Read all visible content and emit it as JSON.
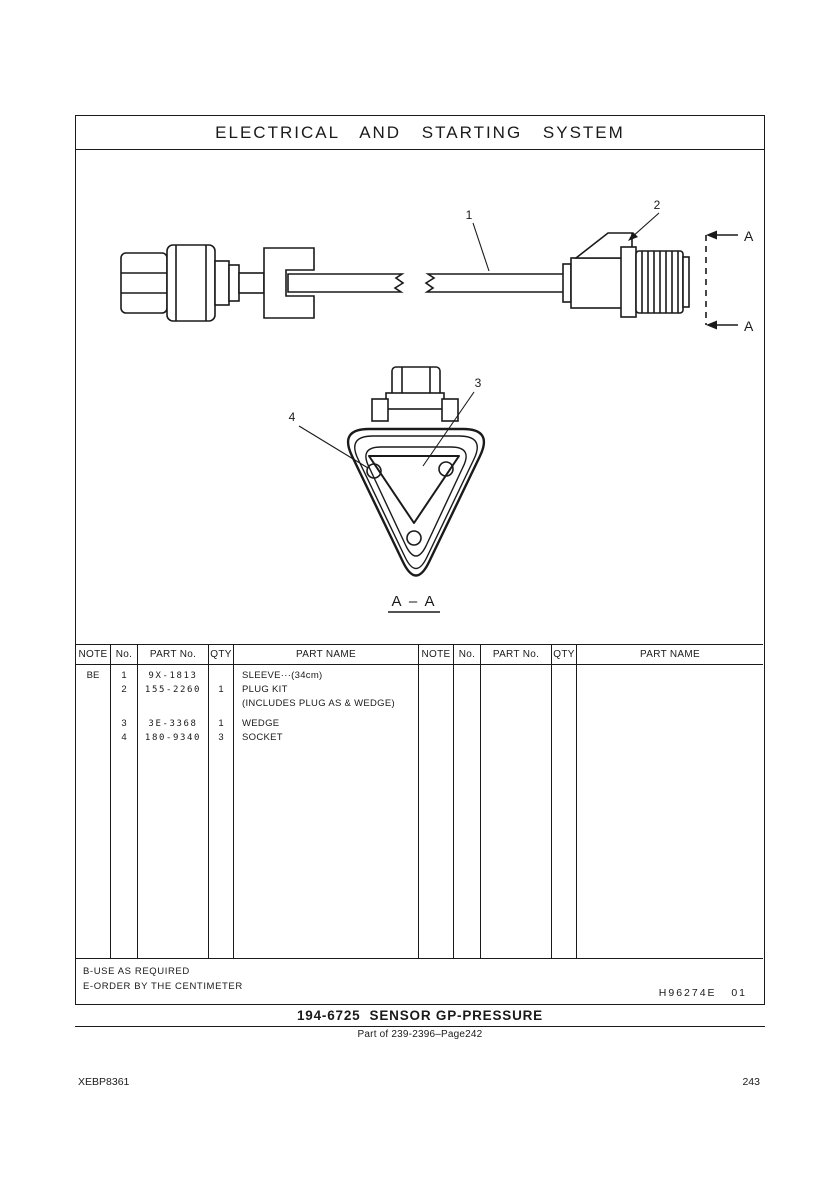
{
  "header": {
    "title": "ELECTRICAL AND STARTING SYSTEM"
  },
  "diagram": {
    "callout_1": "1",
    "callout_2": "2",
    "callout_3": "3",
    "callout_4": "4",
    "section_label_top": "A",
    "section_label_bottom": "A",
    "section_view_label": "A – A"
  },
  "table": {
    "headers": {
      "note": "NOTE",
      "no": "No.",
      "part": "PART No.",
      "qty": "QTY",
      "name": "PART NAME"
    },
    "left": {
      "note": "BE",
      "rows": [
        {
          "no": "1",
          "part": "9X-1813",
          "qty": "",
          "name": "SLEEVE···(34cm)"
        },
        {
          "no": "2",
          "part": "155-2260",
          "qty": "1",
          "name": "PLUG KIT"
        },
        {
          "no": "",
          "part": "",
          "qty": "",
          "name": "(INCLUDES PLUG AS & WEDGE)"
        },
        {
          "no": "3",
          "part": "3E-3368",
          "qty": "1",
          "name": "WEDGE"
        },
        {
          "no": "4",
          "part": "180-9340",
          "qty": "3",
          "name": "SOCKET"
        }
      ]
    },
    "footnotes": [
      "B-USE AS REQUIRED",
      "E-ORDER BY THE CENTIMETER"
    ],
    "doc_ref": "H96274E   01"
  },
  "caption": {
    "title": "194-6725  SENSOR GP-PRESSURE",
    "subtitle": "Part of 239-2396–Page242"
  },
  "footer": {
    "doc_code": "XEBP8361",
    "page_number": "243"
  }
}
